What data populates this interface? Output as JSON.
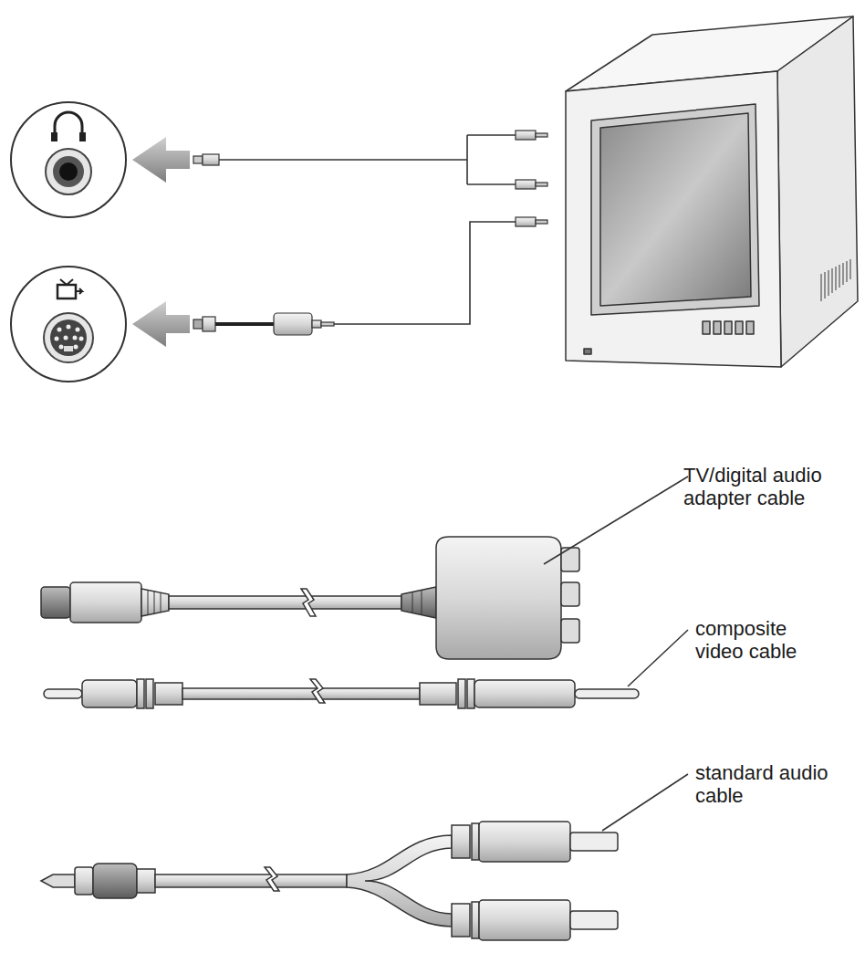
{
  "diagram": {
    "labels": [
      "TV/digital audio adapter cable",
      "composite video cable",
      "standard audio cable"
    ]
  }
}
